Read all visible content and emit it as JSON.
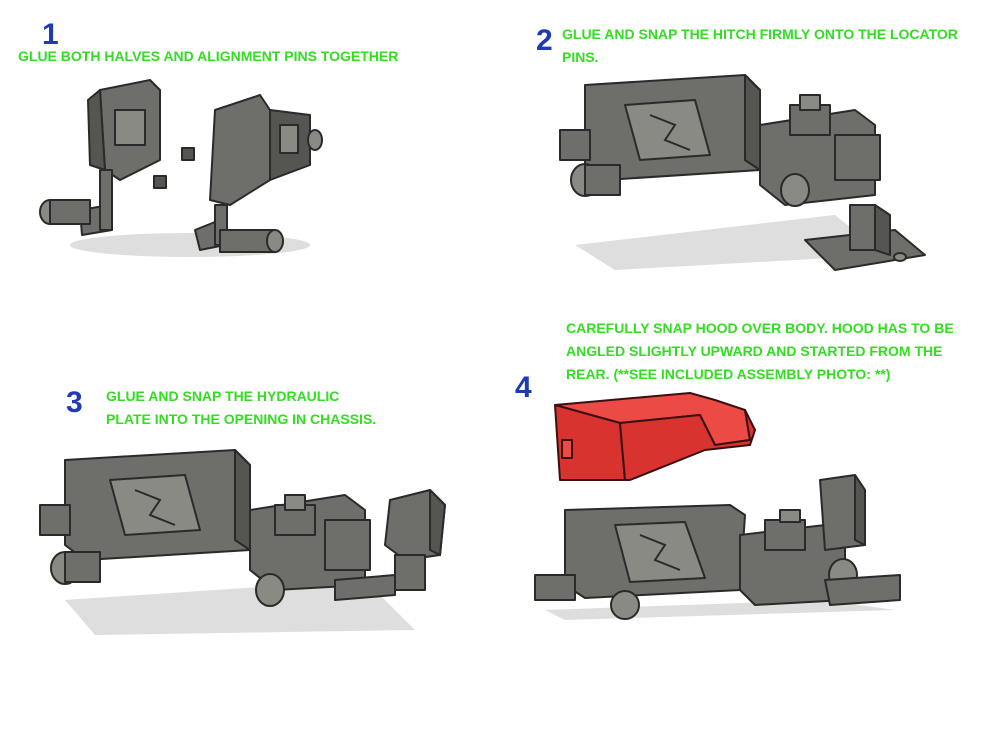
{
  "steps": [
    {
      "number": "1",
      "text_lines": [
        "GLUE BOTH HALVES AND ALIGNMENT PINS TOGETHER"
      ]
    },
    {
      "number": "2",
      "text_lines": [
        "GLUE AND SNAP THE HITCH FIRMLY ONTO THE LOCATOR",
        "PINS."
      ]
    },
    {
      "number": "3",
      "text_lines": [
        "GLUE AND SNAP THE HYDRAULIC",
        "PLATE INTO THE OPENING IN CHASSIS."
      ]
    },
    {
      "number": "4",
      "text_lines": [
        "CAREFULLY SNAP HOOD OVER BODY. HOOD HAS TO BE",
        "ANGLED SLIGHTLY UPWARD AND STARTED FROM THE",
        "REAR. (**SEE INCLUDED ASSEMBLY PHOTO: **)"
      ]
    }
  ],
  "colors": {
    "step_number": "#1f3bb3",
    "instruction_text": "#33dd22",
    "part_gray": "#6e6e6a",
    "hood_red": "#d9332f"
  }
}
